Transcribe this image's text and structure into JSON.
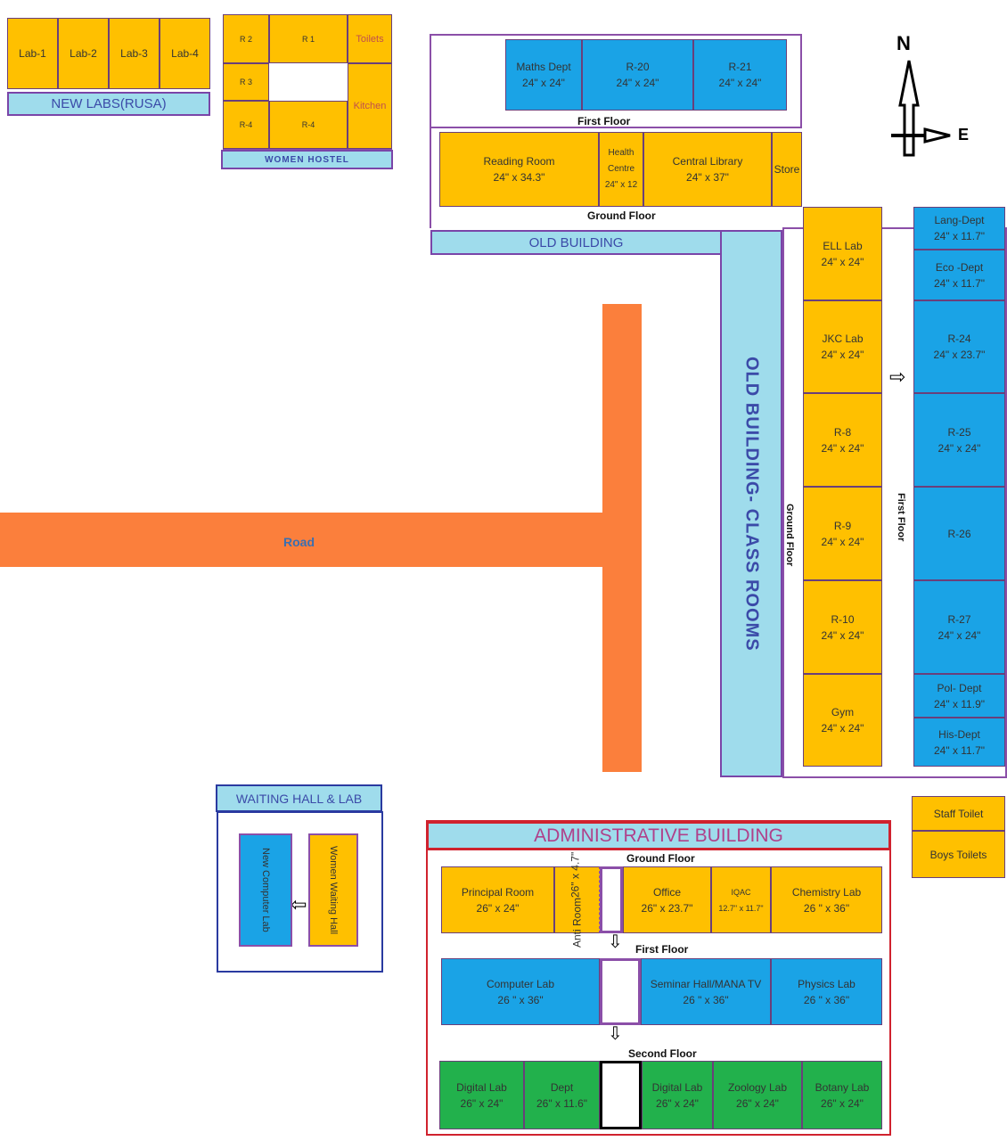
{
  "new_labs": {
    "title": "NEW LABS(RUSA)",
    "rooms": [
      {
        "name": "Lab-1"
      },
      {
        "name": "Lab-2"
      },
      {
        "name": "Lab-3"
      },
      {
        "name": "Lab-4"
      }
    ]
  },
  "women_hostel": {
    "title": "WOMEN HOSTEL",
    "rooms": [
      {
        "name": "R 2"
      },
      {
        "name": "R 1"
      },
      {
        "name": "Toilets"
      },
      {
        "name": "R 3"
      },
      {
        "name": "Kitchen"
      },
      {
        "name": "R-4"
      },
      {
        "name": "R-4"
      }
    ]
  },
  "old_building": {
    "title": "OLD BUILDING",
    "first_floor_label": "First Floor",
    "ground_floor_label": "Ground Floor",
    "first_floor": [
      {
        "name": "Maths Dept",
        "dim": "24\" x 24\""
      },
      {
        "name": "R-20",
        "dim": "24\" x 24\""
      },
      {
        "name": "R-21",
        "dim": "24\" x 24\""
      }
    ],
    "ground_floor": [
      {
        "name": "Reading Room",
        "dim": "24\" x 34.3\""
      },
      {
        "name": "Health Centre",
        "dim": "24\" x 12"
      },
      {
        "name": "Central Library",
        "dim": "24\" x 37\""
      },
      {
        "name": "Store",
        "dim": ""
      }
    ]
  },
  "class_rooms": {
    "title": "OLD BUILDING- CLASS ROOMS",
    "ground_floor_label": "Ground Floor",
    "first_floor_label": "First Floor",
    "ground_floor": [
      {
        "name": "ELL Lab",
        "dim": "24\" x 24\""
      },
      {
        "name": "JKC Lab",
        "dim": "24\" x 24\""
      },
      {
        "name": "R-8",
        "dim": "24\" x 24\""
      },
      {
        "name": "R-9",
        "dim": "24\" x 24\""
      },
      {
        "name": "R-10",
        "dim": "24\" x 24\""
      },
      {
        "name": "Gym",
        "dim": "24\" x 24\""
      }
    ],
    "first_floor": [
      {
        "name": "Lang-Dept",
        "dim": "24\" x 11.7\""
      },
      {
        "name": "Eco -Dept",
        "dim": "24\" x 11.7\""
      },
      {
        "name": "R-24",
        "dim": "24\" x 23.7\""
      },
      {
        "name": "R-25",
        "dim": "24\" x 24\""
      },
      {
        "name": "R-26",
        "dim": ""
      },
      {
        "name": "R-27",
        "dim": "24\" x 24\""
      },
      {
        "name": "Pol- Dept",
        "dim": "24\" x 11.9\""
      },
      {
        "name": "His-Dept",
        "dim": "24\" x 11.7\""
      }
    ]
  },
  "toilets": [
    {
      "name": "Staff Toilet"
    },
    {
      "name": "Boys Toilets"
    }
  ],
  "road": {
    "label": "Road"
  },
  "compass": {
    "north": "N",
    "east": "E"
  },
  "waiting_hall": {
    "title": "WAITING HALL & LAB",
    "rooms": [
      {
        "name": "New Computer Lab"
      },
      {
        "name": "Women Waiting Hall"
      }
    ]
  },
  "admin": {
    "title": "ADMINISTRATIVE BUILDING",
    "ground_floor_label": "Ground Floor",
    "first_floor_label": "First Floor",
    "second_floor_label": "Second Floor",
    "ground_floor": [
      {
        "name": "Principal Room",
        "dim": "26\" x 24\""
      },
      {
        "name": "Anti Room",
        "dim": "26\" x 4.7\""
      },
      {
        "name": "Office",
        "dim": "26\" x 23.7\""
      },
      {
        "name": "IQAC",
        "dim": "12.7\" x 11.7\""
      },
      {
        "name": "Chemistry Lab",
        "dim": "26 \" x 36\""
      }
    ],
    "first_floor": [
      {
        "name": "Computer Lab",
        "dim": "26 \" x 36\""
      },
      {
        "name": "Seminar Hall/MANA TV",
        "dim": "26 \" x 36\""
      },
      {
        "name": "Physics Lab",
        "dim": "26 \" x 36\""
      }
    ],
    "second_floor": [
      {
        "name": "Digital Lab",
        "dim": "26\" x 24\""
      },
      {
        "name": "Dept",
        "dim": "26\" x 11.6\""
      },
      {
        "name": "Digital Lab",
        "dim": "26\" x 24\""
      },
      {
        "name": "Zoology Lab",
        "dim": "26\" x 24\""
      },
      {
        "name": "Botany Lab",
        "dim": "26\" x 24\""
      }
    ]
  }
}
